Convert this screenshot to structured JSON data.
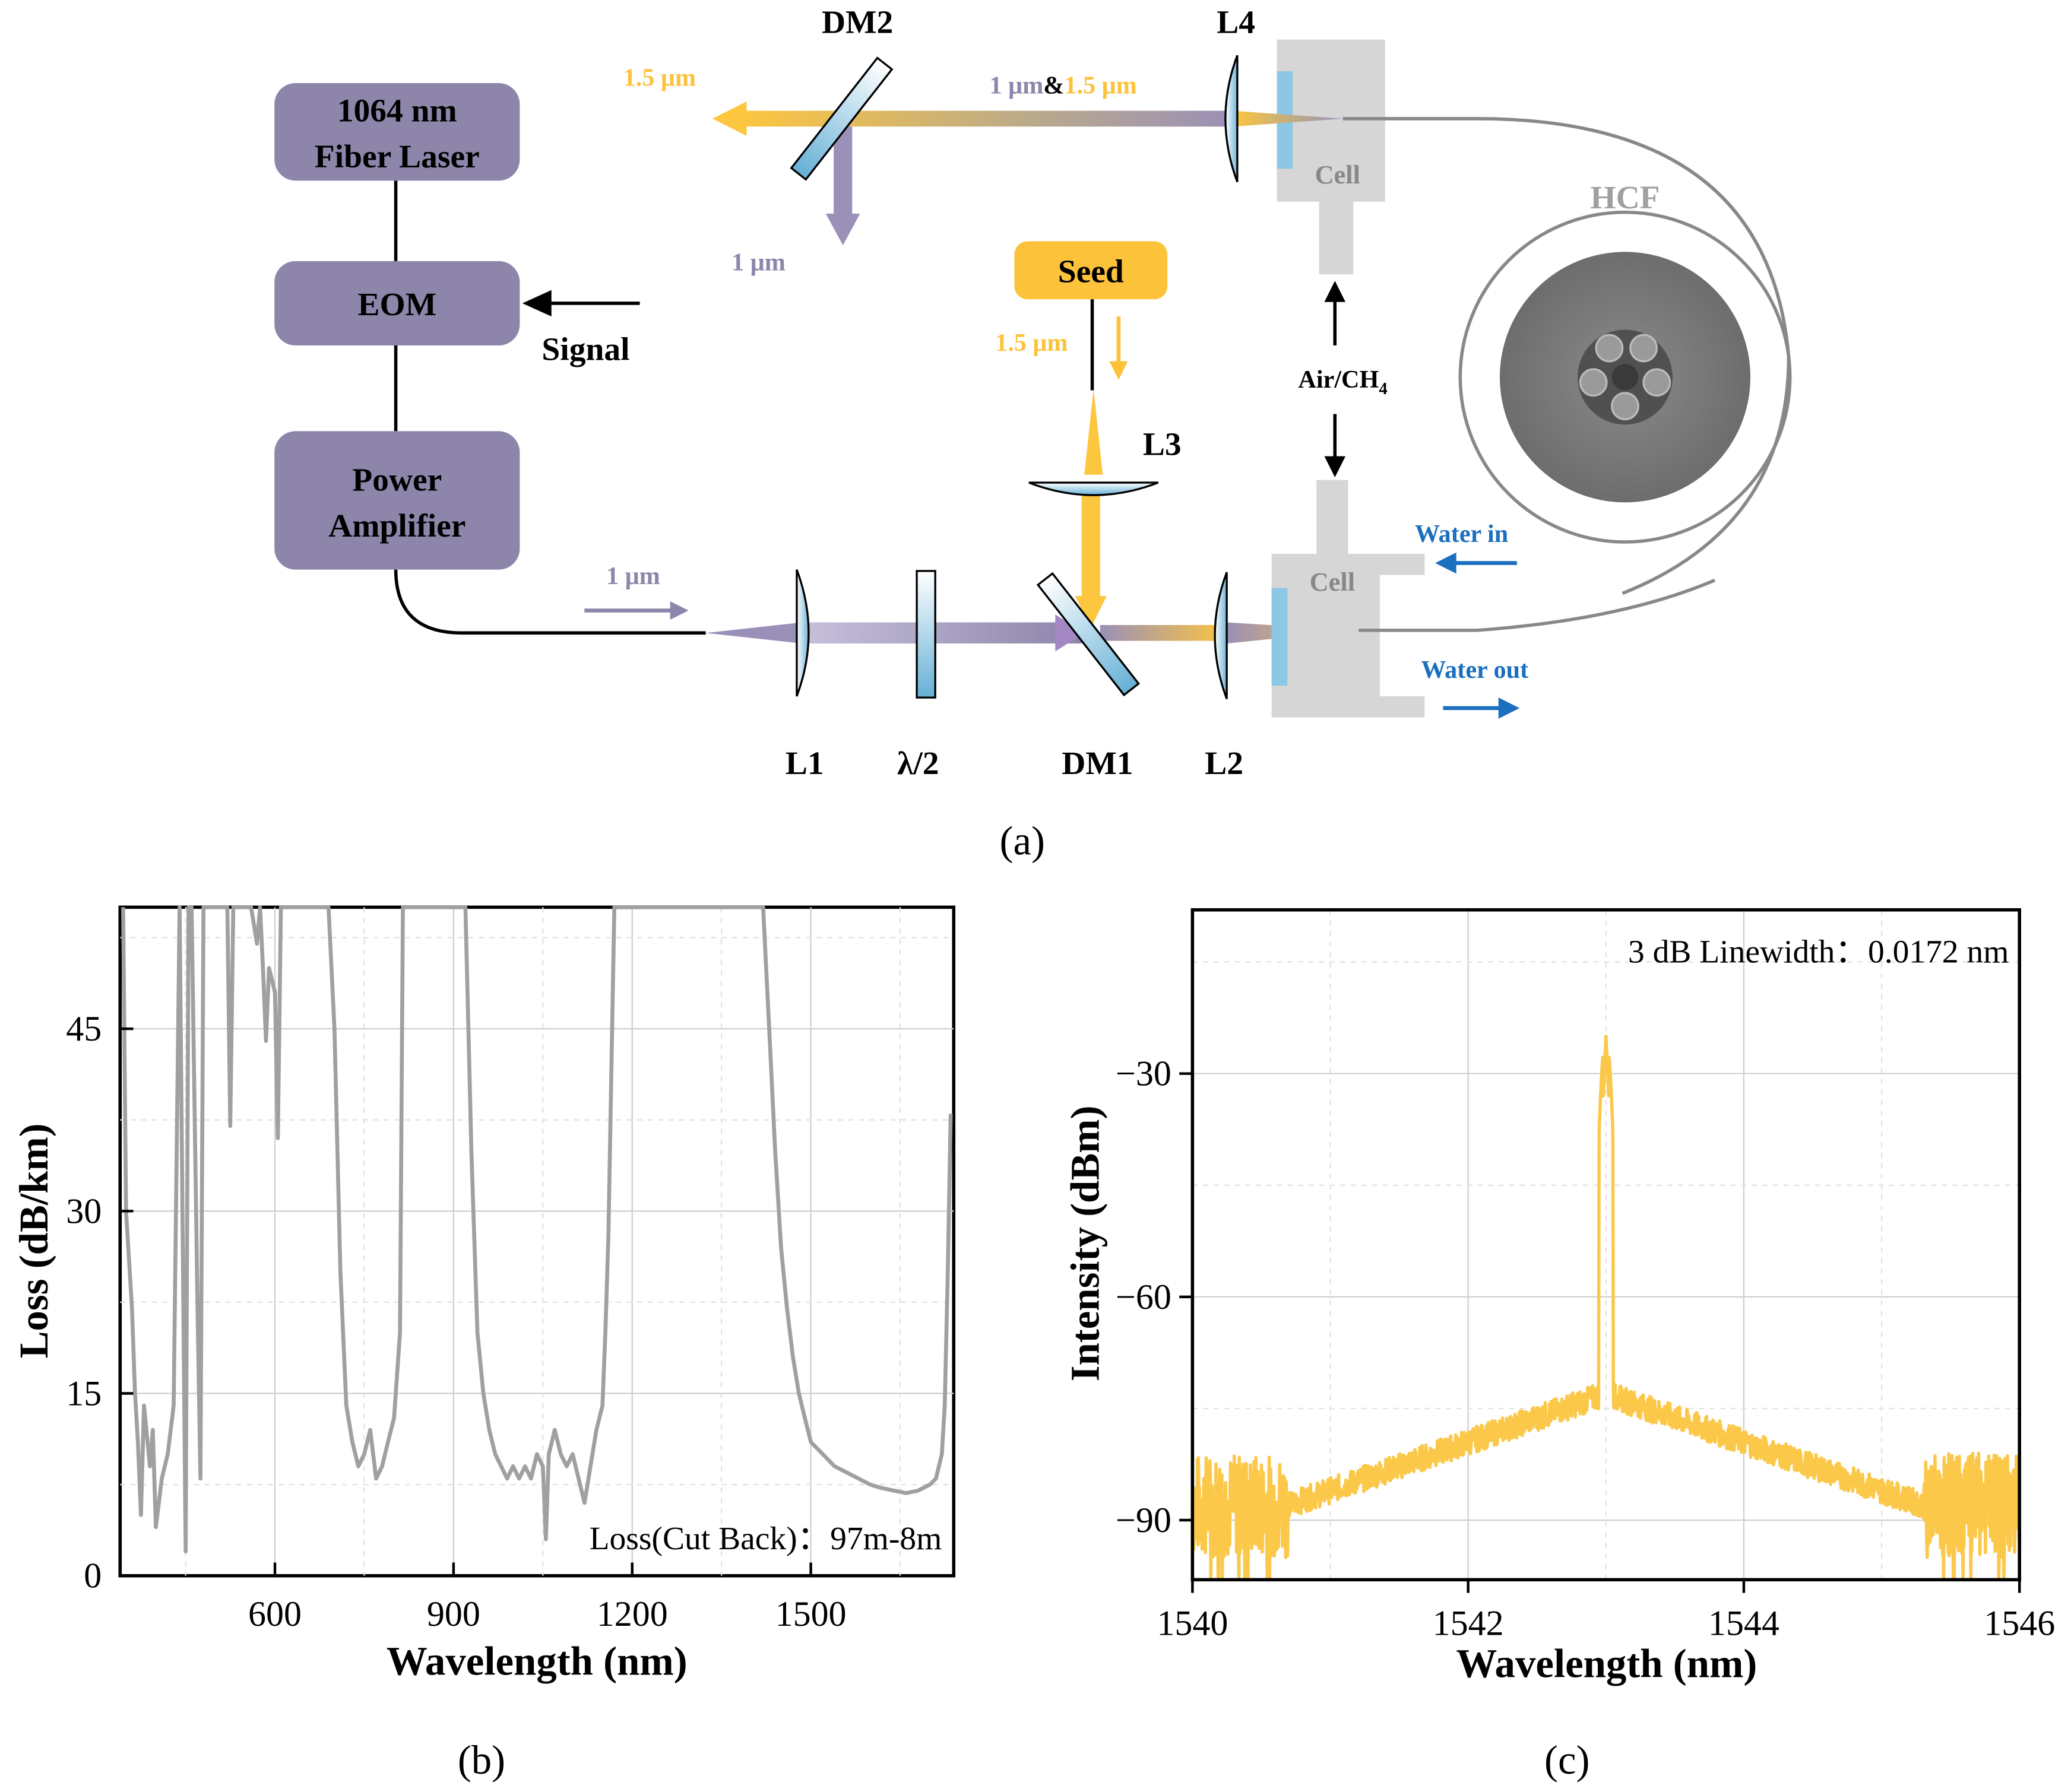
{
  "panel_a": {
    "caption": "(a)",
    "boxes": {
      "laser_line1": "1064 nm",
      "laser_line2": "Fiber Laser",
      "eom": "EOM",
      "amp_line1": "Power",
      "amp_line2": "Amplifier",
      "seed": "Seed"
    },
    "labels": {
      "signal": "Signal",
      "dm2": "DM2",
      "l4": "L4",
      "l3": "L3",
      "l1": "L1",
      "half_wave": "λ/2",
      "dm1": "DM1",
      "l2": "L2",
      "hcf": "HCF",
      "cell_top": "Cell",
      "cell_bottom": "Cell",
      "gas": "Air/CH",
      "gas_sub": "4",
      "water_in": "Water  in",
      "water_out": "Water  out",
      "out_15": "1.5 μm",
      "mix_1": "1 μm",
      "mix_amp": "&",
      "mix_15": "1.5 μm",
      "out_1": "1 μm",
      "seed_15": "1.5 μm",
      "pump_1": "1 μm"
    },
    "colors": {
      "box_purple": "#8e85ab",
      "seed_yellow": "#fcc23a",
      "beam_yellow": "#fdc63f",
      "beam_purple": "#9a90b8",
      "cell_gray": "#d6d6d6",
      "water_blue": "#1b6fbf",
      "hcf_gray": "#888888"
    }
  },
  "panel_b": {
    "caption": "(b)",
    "annotation": "Loss(Cut Back)：97m-8m",
    "chart_data": {
      "type": "line",
      "xlabel": "Wavelength (nm)",
      "ylabel": "Loss (dB/km)",
      "xlim": [
        340,
        1740
      ],
      "ylim": [
        0,
        55
      ],
      "xticks": [
        600,
        900,
        1200,
        1500
      ],
      "yticks": [
        0,
        15,
        30,
        45
      ],
      "grid": true,
      "color": "#a0a0a0",
      "x": [
        345,
        350,
        360,
        365,
        370,
        375,
        380,
        390,
        395,
        400,
        410,
        420,
        430,
        440,
        450,
        455,
        460,
        470,
        475,
        480,
        520,
        525,
        530,
        540,
        560,
        570,
        575,
        580,
        585,
        590,
        600,
        605,
        610,
        615,
        620,
        625,
        630,
        640,
        690,
        700,
        710,
        720,
        730,
        740,
        750,
        760,
        770,
        780,
        790,
        800,
        810,
        815,
        820,
        830,
        920,
        930,
        940,
        950,
        960,
        970,
        980,
        990,
        1000,
        1010,
        1020,
        1030,
        1040,
        1050,
        1055,
        1060,
        1065,
        1070,
        1080,
        1090,
        1100,
        1110,
        1120,
        1130,
        1140,
        1150,
        1155,
        1160,
        1170,
        1420,
        1430,
        1440,
        1450,
        1460,
        1470,
        1480,
        1490,
        1500,
        1520,
        1540,
        1560,
        1580,
        1600,
        1620,
        1640,
        1660,
        1680,
        1700,
        1710,
        1720,
        1725,
        1730,
        1735
      ],
      "y": [
        55,
        30,
        22,
        15,
        11,
        5,
        14,
        9,
        12,
        4,
        8,
        10,
        14,
        55,
        2,
        55,
        55,
        22,
        8,
        55,
        55,
        37,
        55,
        55,
        55,
        52,
        55,
        50,
        44,
        50,
        48,
        36,
        55,
        55,
        55,
        55,
        55,
        55,
        55,
        45,
        25,
        14,
        11,
        9,
        10,
        12,
        8,
        9,
        11,
        13,
        20,
        55,
        55,
        55,
        55,
        35,
        20,
        15,
        12,
        10,
        9,
        8,
        9,
        8,
        9,
        8,
        10,
        9,
        3,
        10,
        11,
        12,
        10,
        9,
        10,
        8,
        6,
        9,
        12,
        14,
        20,
        28,
        55,
        55,
        45,
        35,
        27,
        22,
        18,
        15,
        13,
        11,
        10,
        9,
        8.5,
        8,
        7.5,
        7.2,
        7,
        6.8,
        7,
        7.5,
        8,
        10,
        14,
        25,
        38
      ]
    }
  },
  "panel_c": {
    "caption": "(c)",
    "annotation": "3 dB Linewidth：0.0172 nm",
    "chart_data": {
      "type": "line",
      "xlabel": "Wavelength (nm)",
      "ylabel": "Intensity (dBm)",
      "xlim": [
        1540,
        1546
      ],
      "ylim": [
        -98,
        -8
      ],
      "xticks": [
        1540,
        1542,
        1544,
        1546
      ],
      "yticks": [
        -30,
        -60,
        -90
      ],
      "grid": true,
      "color": "#fbc84a",
      "peak_wavelength": 1543.0,
      "peak_intensity": -25
    }
  }
}
